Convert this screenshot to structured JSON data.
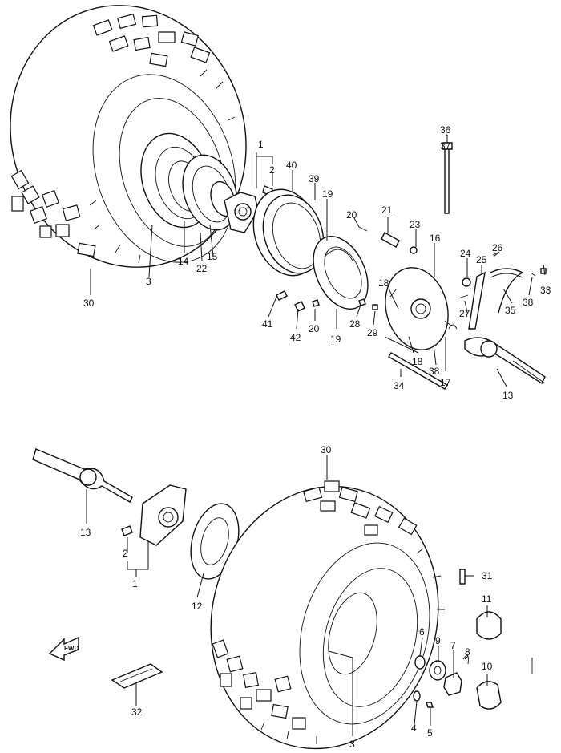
{
  "diagram": {
    "labels": {
      "l1_top": "1",
      "l2_top": "2",
      "l40": "40",
      "l39": "39",
      "l19_top": "19",
      "l36": "36",
      "l37": "37",
      "l20_top": "20",
      "l21": "21",
      "l23": "23",
      "l16": "16",
      "l24": "24",
      "l25": "25",
      "l26": "26",
      "l33": "33",
      "l38_right": "38",
      "l35": "35",
      "l27": "27",
      "l18_upper": "18",
      "l14": "14",
      "l15": "15",
      "l22": "22",
      "l3_top": "3",
      "l30_top": "30",
      "l41": "41",
      "l42": "42",
      "l20_bottom": "20",
      "l19_bottom": "19",
      "l28": "28",
      "l29": "29",
      "l18_lower": "18",
      "l38_lower": "38",
      "l17": "17",
      "l34": "34",
      "l13_top": "13",
      "l13_bottom": "13",
      "l2_bottom": "2",
      "l1_bottom": "1",
      "l12": "12",
      "l30_bottom": "30",
      "l31": "31",
      "l11": "11",
      "l6": "6",
      "l9": "9",
      "l7": "7",
      "l8": "8",
      "l10": "10",
      "l4": "4",
      "l5": "5",
      "l3_bottom": "3",
      "l32": "32"
    },
    "fwd_arrow_text": "FWD"
  }
}
